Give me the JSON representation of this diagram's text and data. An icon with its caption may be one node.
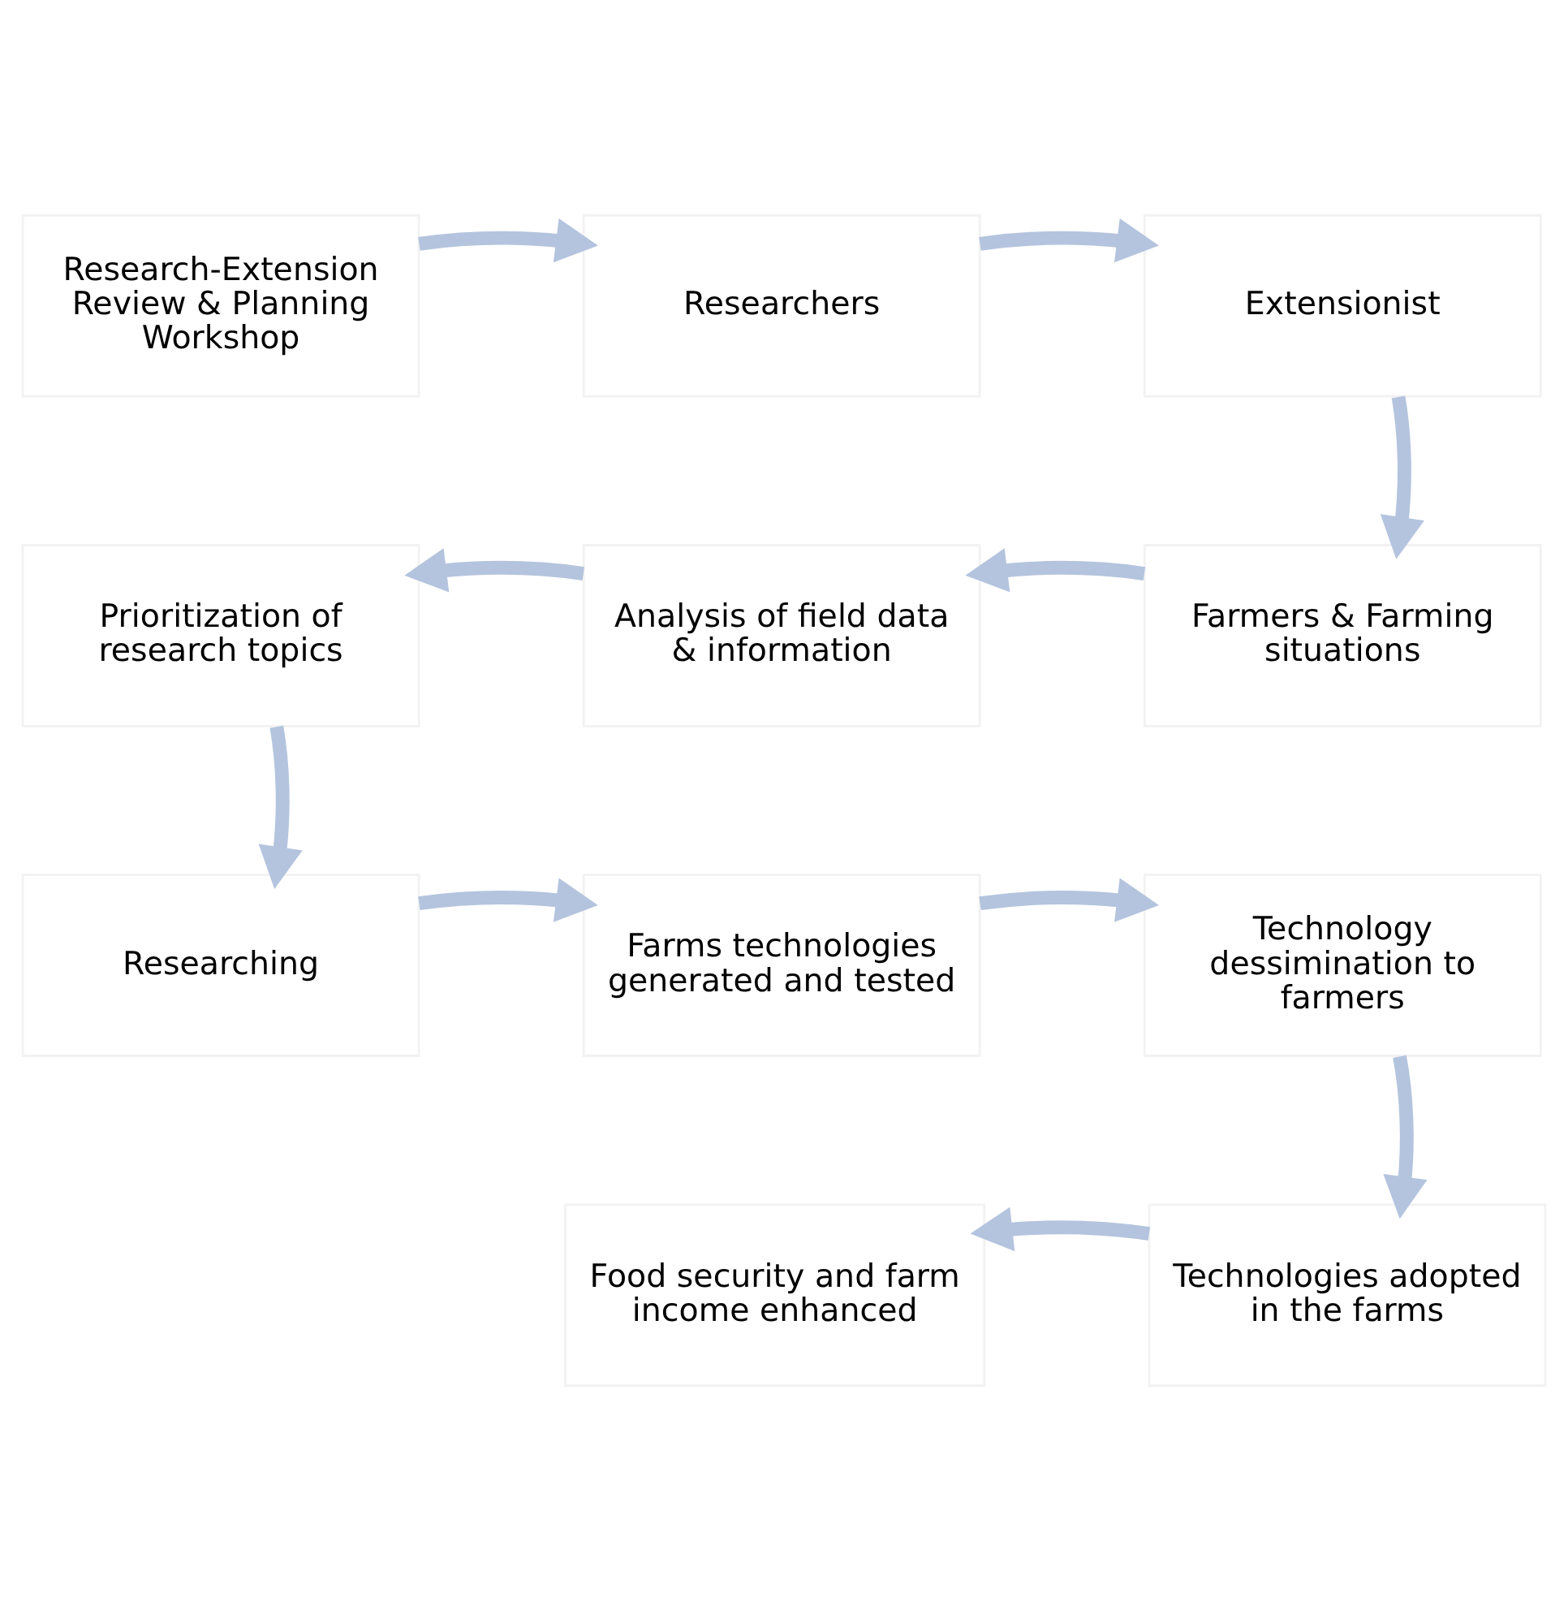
{
  "diagram": {
    "nodes": [
      {
        "text": [
          "Research-Extension Review & Planning Workshop"
        ]
      },
      {
        "text": [
          "Researchers"
        ]
      },
      {
        "text": [
          "Extensionist"
        ]
      },
      {
        "text": [
          "Prioritization of research topics"
        ]
      },
      {
        "text": [
          "Analysis of field data & information"
        ]
      },
      {
        "text": [
          "Farmers & Farming situations"
        ]
      },
      {
        "text": [
          "Researching"
        ]
      },
      {
        "text": [
          "Farms technologies generated and tested"
        ]
      },
      {
        "text": [
          "Technology dessimination to farmers"
        ]
      },
      {
        "text": [
          "Food security and farm income enhanced"
        ]
      },
      {
        "text": [
          "Technologies adopted in the farms"
        ]
      }
    ],
    "edges": [
      {
        "from": 0,
        "to": 1,
        "arrow": "to"
      },
      {
        "from": 1,
        "to": 2,
        "arrow": "to"
      },
      {
        "from": 2,
        "to": 5,
        "arrow": "to"
      },
      {
        "from": 5,
        "to": 4,
        "arrow": "to"
      },
      {
        "from": 4,
        "to": 3,
        "arrow": "to"
      },
      {
        "from": 3,
        "to": 6,
        "arrow": "to"
      },
      {
        "from": 6,
        "to": 7,
        "arrow": "to"
      },
      {
        "from": 7,
        "to": 8,
        "arrow": "to"
      },
      {
        "from": 8,
        "to": 10,
        "arrow": "to"
      },
      {
        "from": 10,
        "to": 9,
        "arrow": "to"
      }
    ]
  }
}
